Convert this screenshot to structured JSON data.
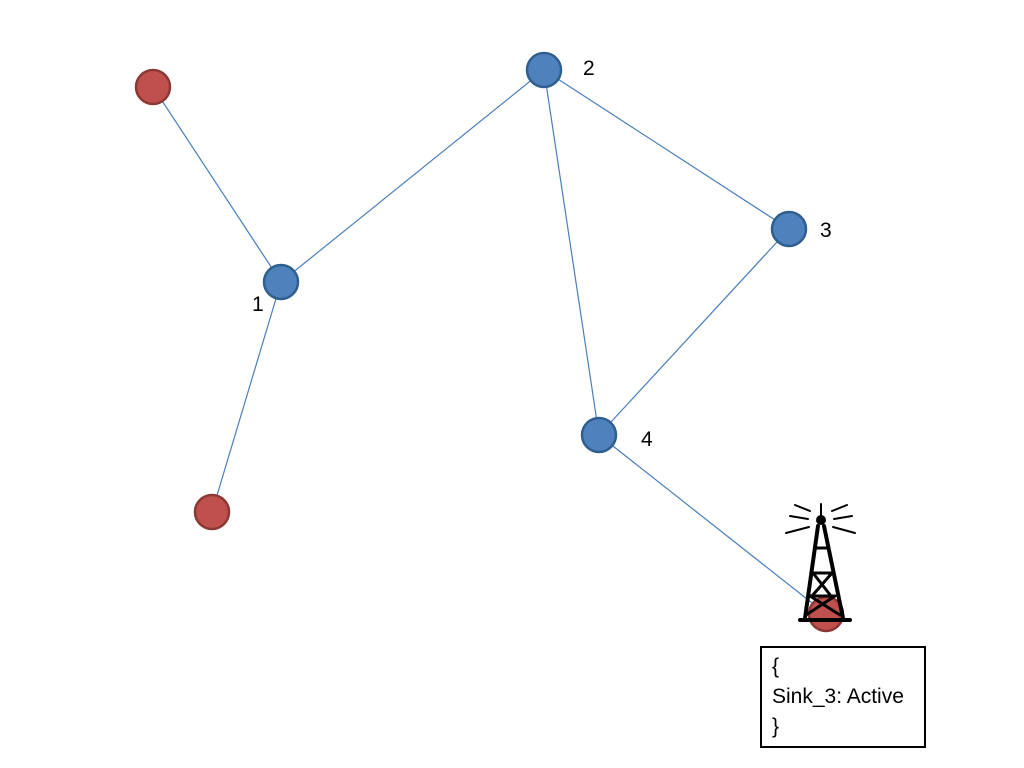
{
  "colors": {
    "edge": "#4a7ebb",
    "blue_node_fill": "#4f81bd",
    "blue_node_stroke": "#2e5f8f",
    "red_node_fill": "#c0504d",
    "red_node_stroke": "#8c3836",
    "tower": "#000000"
  },
  "nodes": [
    {
      "id": "r1",
      "type": "red",
      "label": ""
    },
    {
      "id": "n1",
      "type": "blue",
      "label": "1"
    },
    {
      "id": "r2",
      "type": "red",
      "label": ""
    },
    {
      "id": "n2",
      "type": "blue",
      "label": "2"
    },
    {
      "id": "n3",
      "type": "blue",
      "label": "3"
    },
    {
      "id": "n4",
      "type": "blue",
      "label": "4"
    },
    {
      "id": "sink",
      "type": "red",
      "label": ""
    }
  ],
  "edges": [
    [
      "r1",
      "n1"
    ],
    [
      "n1",
      "r2"
    ],
    [
      "n1",
      "n2"
    ],
    [
      "n2",
      "n3"
    ],
    [
      "n2",
      "n4"
    ],
    [
      "n3",
      "n4"
    ],
    [
      "n4",
      "sink"
    ]
  ],
  "sink_tower": {
    "icon": "radio-tower-icon"
  },
  "status_box": {
    "open": "{",
    "line": "Sink_3: Active",
    "close": "}"
  }
}
